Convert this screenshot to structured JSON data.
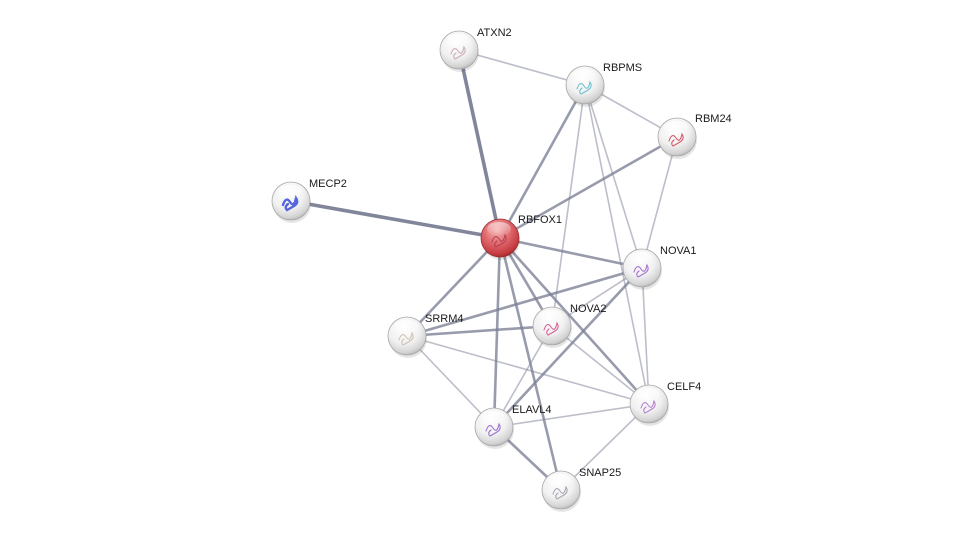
{
  "network": {
    "query_color": "#c8464a",
    "node_color": "#e6e6e6",
    "edge_color": "#7a7f95",
    "nodes": [
      {
        "id": "RBFOX1",
        "label": "RBFOX1",
        "query": true,
        "structure_color": "#b03c50"
      },
      {
        "id": "ATXN2",
        "label": "ATXN2",
        "query": false,
        "structure_color": "#c6a0b0"
      },
      {
        "id": "RBPMS",
        "label": "RBPMS",
        "query": false,
        "structure_color": "#58b8c8"
      },
      {
        "id": "RBM24",
        "label": "RBM24",
        "query": false,
        "structure_color": "#d04050"
      },
      {
        "id": "MECP2",
        "label": "MECP2",
        "query": false,
        "structure_color": "#3a4cd8"
      },
      {
        "id": "NOVA1",
        "label": "NOVA1",
        "query": false,
        "structure_color": "#9a5cc8"
      },
      {
        "id": "NOVA2",
        "label": "NOVA2",
        "query": false,
        "structure_color": "#d04c8a"
      },
      {
        "id": "SRRM4",
        "label": "SRRM4",
        "query": false,
        "structure_color": "#c8b8a8"
      },
      {
        "id": "CELF4",
        "label": "CELF4",
        "query": false,
        "structure_color": "#a870c8"
      },
      {
        "id": "ELAVL4",
        "label": "ELAVL4",
        "query": false,
        "structure_color": "#8e5cc8"
      },
      {
        "id": "SNAP25",
        "label": "SNAP25",
        "query": false,
        "structure_color": "#9a9aa8"
      }
    ],
    "edges": [
      {
        "source": "RBFOX1",
        "target": "ATXN2",
        "strength": 3
      },
      {
        "source": "RBFOX1",
        "target": "MECP2",
        "strength": 3
      },
      {
        "source": "RBFOX1",
        "target": "RBPMS",
        "strength": 2
      },
      {
        "source": "RBFOX1",
        "target": "RBM24",
        "strength": 2
      },
      {
        "source": "RBFOX1",
        "target": "NOVA1",
        "strength": 2
      },
      {
        "source": "RBFOX1",
        "target": "NOVA2",
        "strength": 2
      },
      {
        "source": "RBFOX1",
        "target": "SRRM4",
        "strength": 2
      },
      {
        "source": "RBFOX1",
        "target": "CELF4",
        "strength": 2
      },
      {
        "source": "RBFOX1",
        "target": "ELAVL4",
        "strength": 2
      },
      {
        "source": "RBFOX1",
        "target": "SNAP25",
        "strength": 2
      },
      {
        "source": "ATXN2",
        "target": "RBPMS",
        "strength": 1
      },
      {
        "source": "RBPMS",
        "target": "RBM24",
        "strength": 1
      },
      {
        "source": "RBPMS",
        "target": "NOVA1",
        "strength": 1
      },
      {
        "source": "RBPMS",
        "target": "NOVA2",
        "strength": 1
      },
      {
        "source": "RBPMS",
        "target": "CELF4",
        "strength": 1
      },
      {
        "source": "RBM24",
        "target": "NOVA1",
        "strength": 1
      },
      {
        "source": "NOVA1",
        "target": "NOVA2",
        "strength": 1
      },
      {
        "source": "NOVA1",
        "target": "SRRM4",
        "strength": 2
      },
      {
        "source": "NOVA1",
        "target": "CELF4",
        "strength": 1
      },
      {
        "source": "NOVA1",
        "target": "ELAVL4",
        "strength": 2
      },
      {
        "source": "NOVA2",
        "target": "SRRM4",
        "strength": 2
      },
      {
        "source": "NOVA2",
        "target": "ELAVL4",
        "strength": 1
      },
      {
        "source": "NOVA2",
        "target": "CELF4",
        "strength": 1
      },
      {
        "source": "SRRM4",
        "target": "CELF4",
        "strength": 1
      },
      {
        "source": "SRRM4",
        "target": "ELAVL4",
        "strength": 1
      },
      {
        "source": "ELAVL4",
        "target": "CELF4",
        "strength": 1
      },
      {
        "source": "ELAVL4",
        "target": "SNAP25",
        "strength": 2
      },
      {
        "source": "CELF4",
        "target": "SNAP25",
        "strength": 1
      }
    ]
  }
}
